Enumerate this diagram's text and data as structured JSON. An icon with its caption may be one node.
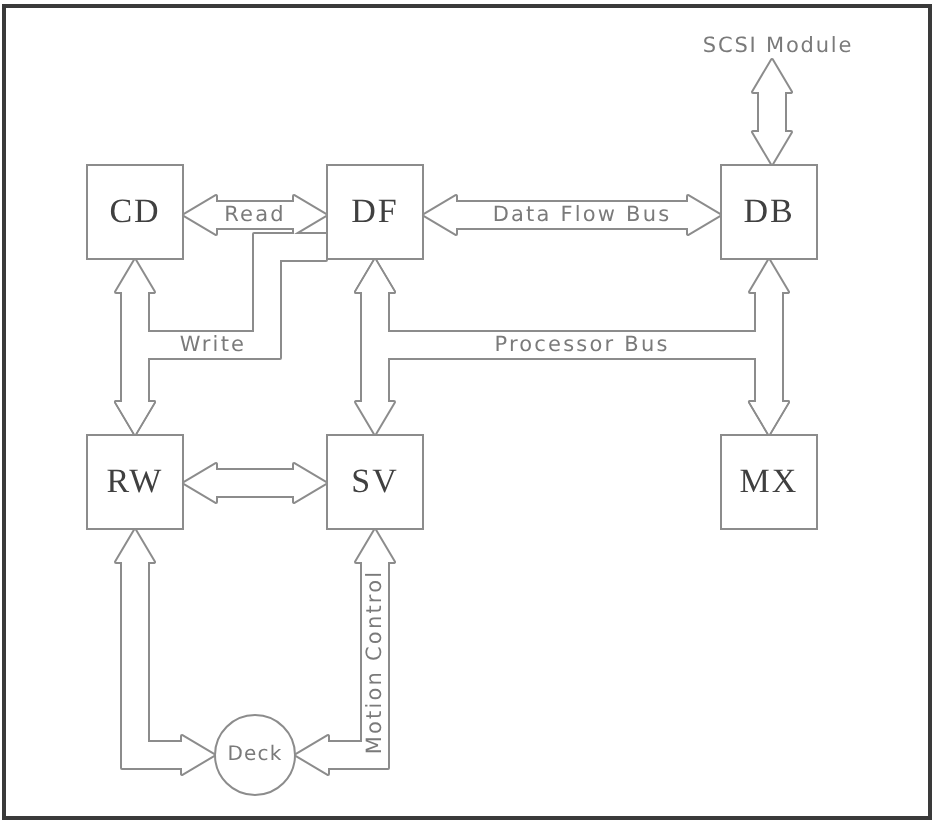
{
  "diagram": {
    "nodes": [
      {
        "text": [
          "SCSI Module"
        ]
      },
      {
        "text": [
          "CD"
        ]
      },
      {
        "text": [
          "DF"
        ]
      },
      {
        "text": [
          "DB"
        ]
      },
      {
        "text": [
          "RW"
        ]
      },
      {
        "text": [
          "SV"
        ]
      },
      {
        "text": [
          "MX"
        ]
      },
      {
        "text": [
          "Deck"
        ]
      }
    ],
    "edges": [
      {
        "from": 1,
        "to": 2,
        "arrow": "both",
        "label": "Read"
      },
      {
        "from": 2,
        "to": 3,
        "arrow": "both",
        "label": "Data Flow Bus"
      },
      {
        "from": 0,
        "to": 3,
        "arrow": "both"
      },
      {
        "from": 1,
        "to": 4,
        "arrow": "both"
      },
      {
        "from": 2,
        "to": 4,
        "arrow": "to",
        "label": "Write"
      },
      {
        "from": 2,
        "to": 5,
        "arrow": "both"
      },
      {
        "from": 3,
        "to": 6,
        "arrow": "both"
      },
      {
        "from": 2,
        "to": 6,
        "arrow": "both",
        "label": "Processor Bus"
      },
      {
        "from": 4,
        "to": 5,
        "arrow": "both"
      },
      {
        "from": 4,
        "to": 7,
        "arrow": "both"
      },
      {
        "from": 5,
        "to": 7,
        "arrow": "both",
        "label": "Motion Control"
      }
    ]
  }
}
